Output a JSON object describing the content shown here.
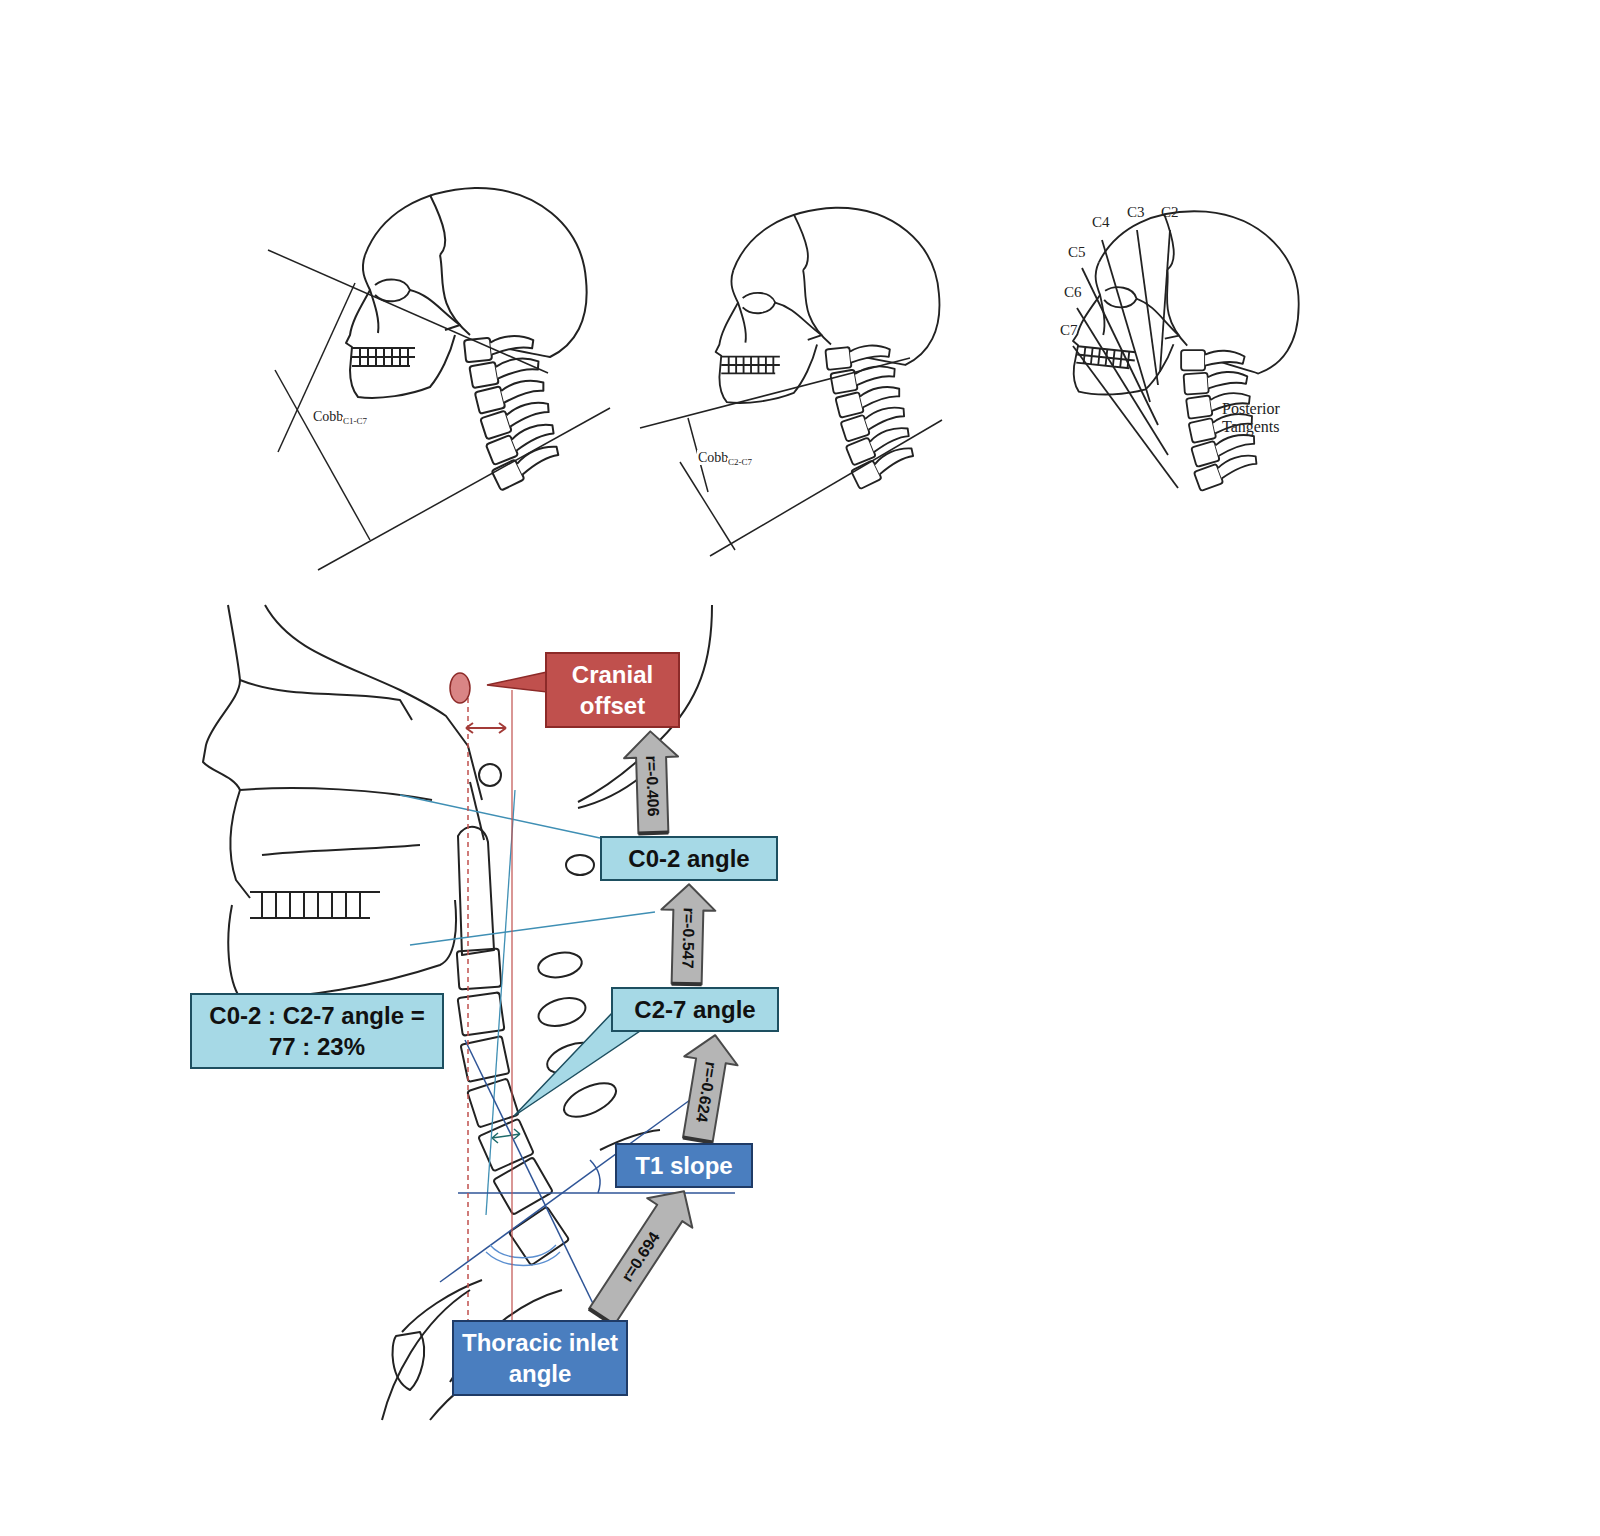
{
  "diagram": {
    "nodes": [
      {
        "text": [
          "Cranial offset"
        ]
      },
      {
        "text": [
          "C0-2 angle"
        ]
      },
      {
        "text": [
          "C0-2 : C2-7 angle = 77 : 23%"
        ]
      },
      {
        "text": [
          "C2-7 angle"
        ]
      },
      {
        "text": [
          "T1 slope"
        ]
      },
      {
        "text": [
          "Thoracic inlet angle"
        ]
      }
    ],
    "edges": [
      {
        "from": 5,
        "to": 4,
        "label": "r=0.694",
        "arrow": "to"
      },
      {
        "from": 4,
        "to": 3,
        "label": "r=-0.624",
        "arrow": "to"
      },
      {
        "from": 3,
        "to": 1,
        "label": "r=-0.547",
        "arrow": "to"
      },
      {
        "from": 1,
        "to": 0,
        "label": "r=-0.406",
        "arrow": "to"
      }
    ],
    "labels": [
      "Cobb",
      "C1-C7",
      "Cobb",
      "C2-C7",
      "C4",
      "C3",
      "C2",
      "C5",
      "C6",
      "C7",
      "Posterior Tangents"
    ]
  }
}
